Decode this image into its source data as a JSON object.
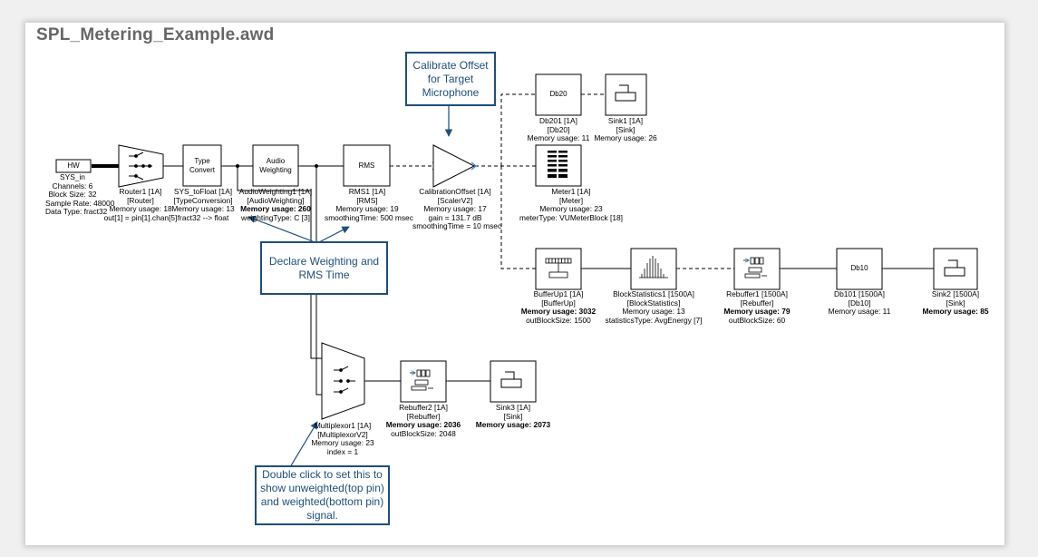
{
  "title": "SPL_Metering_Example.awd",
  "colors": {
    "callout_border": "#1f4e79",
    "wire": "#000000",
    "pin": "#3a7bd5"
  },
  "blocks": {
    "hw": {
      "label": "HW",
      "lines": [
        "SYS_in",
        "Channels: 6",
        "Block Size: 32",
        "Sample Rate: 48000",
        "Data Type: fract32"
      ]
    },
    "router": {
      "lines": [
        "Router1 [1A]",
        "[Router]",
        "Memory usage: 18",
        "out[1] = pin[1].chan[5]"
      ],
      "icon": "router-icon"
    },
    "typeconv": {
      "text": [
        "Type",
        "Convert"
      ],
      "lines": [
        "SYS_toFloat [1A]",
        "[TypeConversion]",
        "Memory usage: 13",
        "fract32 --> float"
      ]
    },
    "audioweight": {
      "text": [
        "Audio",
        "Weighting"
      ],
      "lines": [
        "AudioWeighting1 [1A]",
        "[AudioWeighting]",
        "Memory usage: 260",
        "weightingType: C [3]"
      ]
    },
    "rms": {
      "text": "RMS",
      "lines": [
        "RMS1 [1A]",
        "[RMS]",
        "Memory usage: 19",
        "smoothingTime: 500 msec"
      ]
    },
    "calib": {
      "lines": [
        "CalibrationOffset [1A]",
        "[ScalerV2]",
        "Memory usage: 17",
        "gain = 131.7 dB",
        "smoothingTime = 10 msec"
      ],
      "icon": "gain-triangle-icon"
    },
    "db20": {
      "text": "Db20",
      "lines": [
        "Db201 [1A]",
        "[Db20]",
        "Memory usage: 11"
      ]
    },
    "sink1": {
      "lines": [
        "Sink1 [1A]",
        "[Sink]",
        "Memory usage: 26"
      ],
      "icon": "sink-icon"
    },
    "meter": {
      "lines": [
        "Meter1 [1A]",
        "[Meter]",
        "Memory usage: 23",
        "meterType: VUMeterBlock [18]"
      ],
      "icon": "meter-icon"
    },
    "bufferup": {
      "lines": [
        "BufferUp1 [1A]",
        "[BufferUp]",
        "Memory usage: 3032",
        "outBlockSize: 1500"
      ],
      "icon": "buffer-icon"
    },
    "blockstats": {
      "lines": [
        "BlockStatistics1 [1500A]",
        "[BlockStatistics]",
        "Memory usage: 13",
        "statisticsType: AvgEnergy [7]"
      ],
      "icon": "histogram-icon"
    },
    "rebuffer1": {
      "lines": [
        "Rebuffer1 [1500A]",
        "[Rebuffer]",
        "Memory usage: 79",
        "outBlockSize: 60"
      ],
      "icon": "rebuffer-icon"
    },
    "db10": {
      "text": "Db10",
      "lines": [
        "Db101 [1500A]",
        "[Db10]",
        "Memory usage: 11"
      ]
    },
    "sink2": {
      "lines": [
        "Sink2 [1500A]",
        "[Sink]",
        "Memory usage: 85"
      ],
      "icon": "sink-icon"
    },
    "mux": {
      "lines": [
        "Multiplexor1 [1A]",
        "[MultiplexorV2]",
        "Memory usage: 23",
        "index = 1"
      ],
      "icon": "mux-icon"
    },
    "rebuffer2": {
      "lines": [
        "Rebuffer2 [1A]",
        "[Rebuffer]",
        "Memory usage: 2036",
        "outBlockSize: 2048"
      ],
      "icon": "rebuffer-icon"
    },
    "sink3": {
      "lines": [
        "Sink3 [1A]",
        "[Sink]",
        "Memory usage: 2073"
      ],
      "icon": "sink-icon"
    }
  },
  "callouts": {
    "calibrate": [
      "Calibrate Offset",
      "for Target",
      "Microphone"
    ],
    "declare": [
      "Declare Weighting and",
      "RMS Time"
    ],
    "doubleclick": [
      "Double click to set this to",
      "show unweighted(top pin)",
      "and weighted(bottom pin)",
      "signal."
    ]
  }
}
